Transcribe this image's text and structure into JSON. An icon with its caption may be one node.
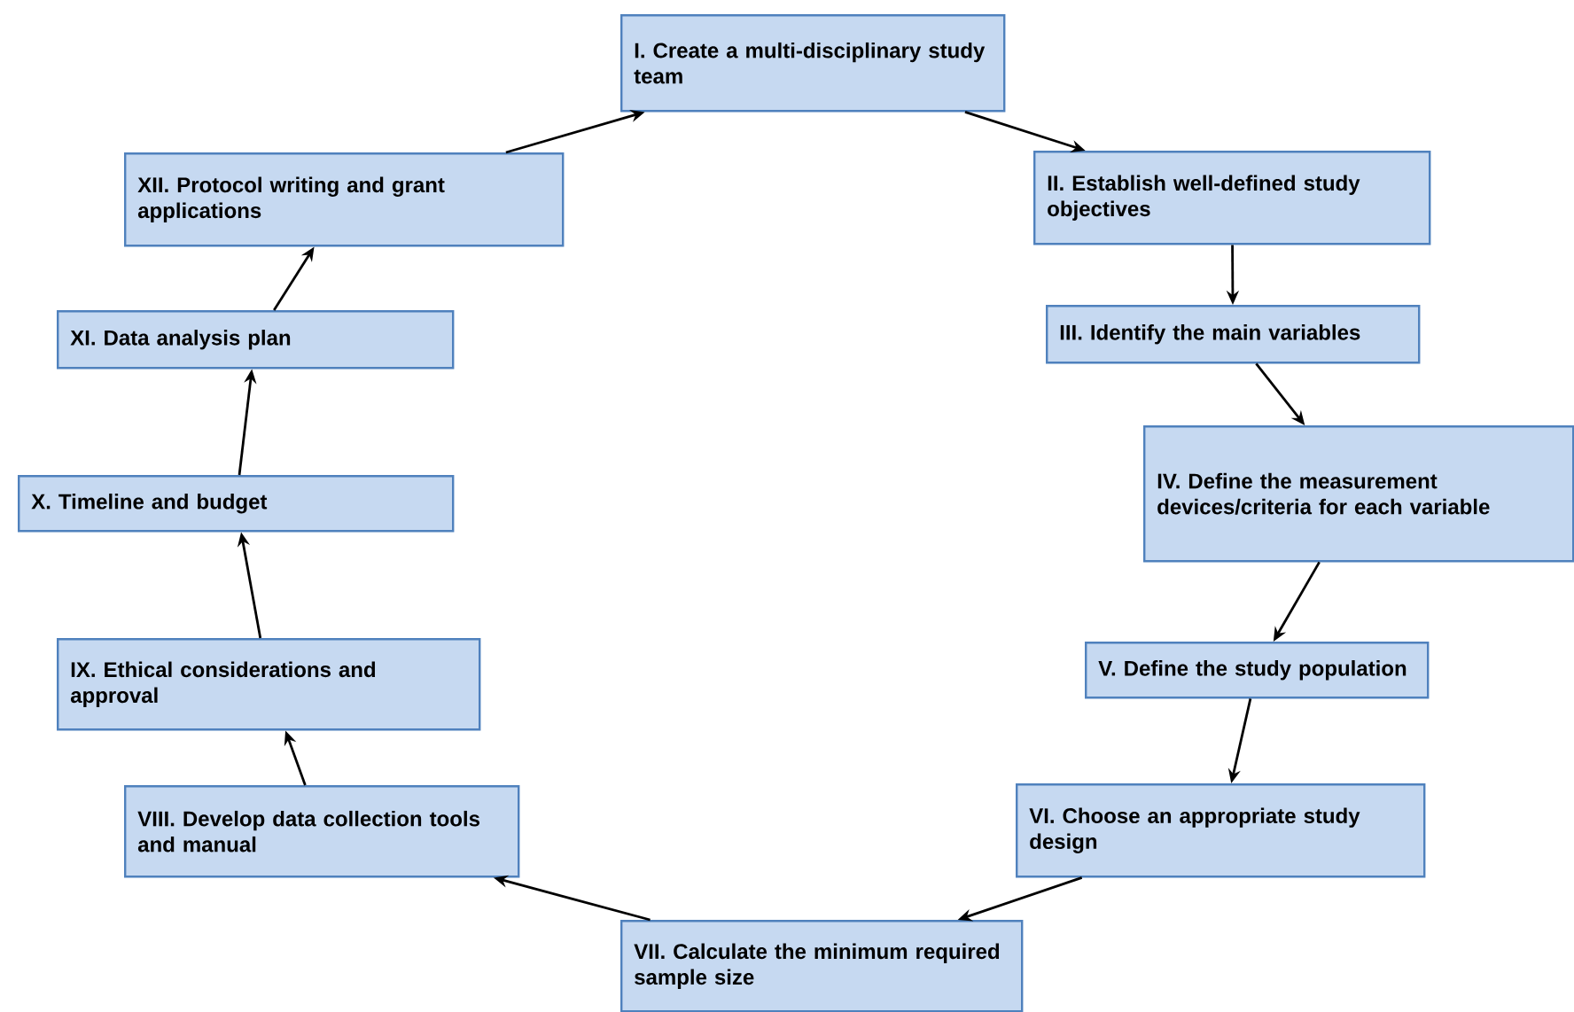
{
  "diagram": {
    "nodes": [
      {
        "text": [
          "I. Create a multi-disciplinary study team"
        ]
      },
      {
        "text": [
          "II. Establish well-defined study objectives"
        ]
      },
      {
        "text": [
          "III. Identify the main variables"
        ]
      },
      {
        "text": [
          "IV. Define the measurement devices/criteria for each variable"
        ]
      },
      {
        "text": [
          "V. Define the study population"
        ]
      },
      {
        "text": [
          "VI. Choose an appropriate study design"
        ]
      },
      {
        "text": [
          "VII. Calculate the minimum required sample size"
        ]
      },
      {
        "text": [
          "VIII. Develop data collection tools and manual"
        ]
      },
      {
        "text": [
          "IX. Ethical considerations and approval"
        ]
      },
      {
        "text": [
          "X. Timeline and budget"
        ]
      },
      {
        "text": [
          "XI. Data analysis plan"
        ]
      },
      {
        "text": [
          "XII. Protocol writing and grant applications"
        ]
      }
    ],
    "edges": [
      {
        "from": 0,
        "to": 1,
        "arrow": "to"
      },
      {
        "from": 1,
        "to": 2,
        "arrow": "to"
      },
      {
        "from": 2,
        "to": 3,
        "arrow": "to"
      },
      {
        "from": 3,
        "to": 4,
        "arrow": "to"
      },
      {
        "from": 4,
        "to": 5,
        "arrow": "to"
      },
      {
        "from": 5,
        "to": 6,
        "arrow": "to"
      },
      {
        "from": 6,
        "to": 7,
        "arrow": "to"
      },
      {
        "from": 7,
        "to": 8,
        "arrow": "to"
      },
      {
        "from": 8,
        "to": 9,
        "arrow": "to"
      },
      {
        "from": 9,
        "to": 10,
        "arrow": "to"
      },
      {
        "from": 10,
        "to": 11,
        "arrow": "to"
      },
      {
        "from": 11,
        "to": 0,
        "arrow": "to"
      }
    ]
  }
}
